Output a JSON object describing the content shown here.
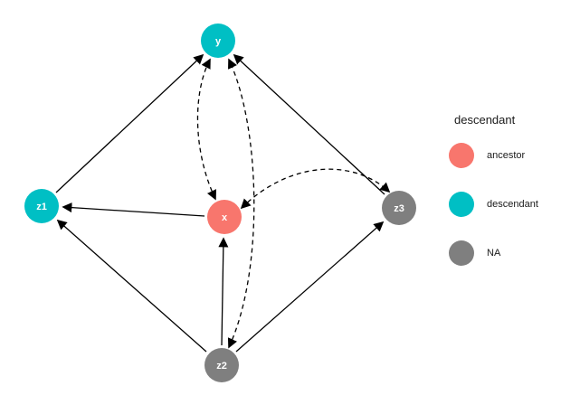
{
  "plot": {
    "kind": "dag",
    "background": "#ffffff"
  },
  "colors": {
    "ancestor": "#F8766D",
    "descendant": "#00BFC4",
    "na": "#7F7F7F",
    "edge": "#000000"
  },
  "nodes": [
    {
      "id": "y",
      "label": "y",
      "role": "descendant"
    },
    {
      "id": "z1",
      "label": "z1",
      "role": "descendant"
    },
    {
      "id": "x",
      "label": "x",
      "role": "ancestor"
    },
    {
      "id": "z3",
      "label": "z3",
      "role": "na"
    },
    {
      "id": "z2",
      "label": "z2",
      "role": "na"
    }
  ],
  "edges": [
    {
      "from": "z1",
      "to": "y",
      "style": "solid",
      "directed": "forward"
    },
    {
      "from": "x",
      "to": "z1",
      "style": "solid",
      "directed": "forward"
    },
    {
      "from": "z2",
      "to": "z1",
      "style": "solid",
      "directed": "forward"
    },
    {
      "from": "z2",
      "to": "x",
      "style": "solid",
      "directed": "forward"
    },
    {
      "from": "z2",
      "to": "z3",
      "style": "solid",
      "directed": "forward"
    },
    {
      "from": "z3",
      "to": "y",
      "style": "solid",
      "directed": "forward"
    },
    {
      "from": "x",
      "to": "y",
      "style": "dashed",
      "directed": "both"
    },
    {
      "from": "z2",
      "to": "y",
      "style": "dashed",
      "directed": "both"
    },
    {
      "from": "x",
      "to": "z3",
      "style": "dashed",
      "directed": "both"
    }
  ],
  "legend": {
    "title": "descendant",
    "items": [
      {
        "label": "ancestor",
        "color": "#F8766D"
      },
      {
        "label": "descendant",
        "color": "#00BFC4"
      },
      {
        "label": "NA",
        "color": "#7F7F7F"
      }
    ]
  }
}
